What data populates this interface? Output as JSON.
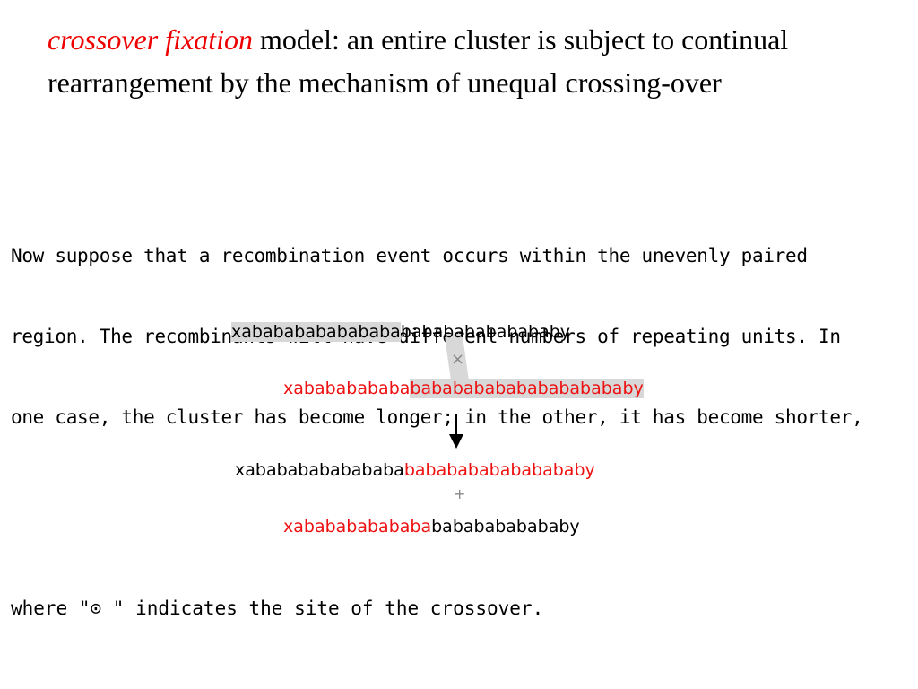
{
  "title": {
    "term": "crossover fixation",
    "rest": " model: an entire cluster is subject to continual rearrangement by the mechanism of unequal crossing-over"
  },
  "paragraph": {
    "line1": "Now suppose that a recombination event occurs within the unevenly paired",
    "line2": "region. The recombinants will have different numbers of repeating units. In",
    "line3": "one case, the cluster has become longer; in the other, it has become shorter,"
  },
  "diagram": {
    "top_left": "xabababababababa",
    "top_right": "babababababababy",
    "cross_symbol": "×",
    "middle_left": "xabababababa",
    "middle_right": "bababababababababababy",
    "arrow_symbol": "↓",
    "result1_left": "xabababababababa",
    "result1_right": "bababababababababy",
    "plus_symbol": "+",
    "result2_left": "xababababababa",
    "result2_right": "bababababababy"
  },
  "footer": "where \"⊙ \" indicates the site of the crossover.",
  "colors": {
    "term": "#ee0000",
    "red_sequence": "#ee1111",
    "highlight": "#d8d8d8"
  }
}
